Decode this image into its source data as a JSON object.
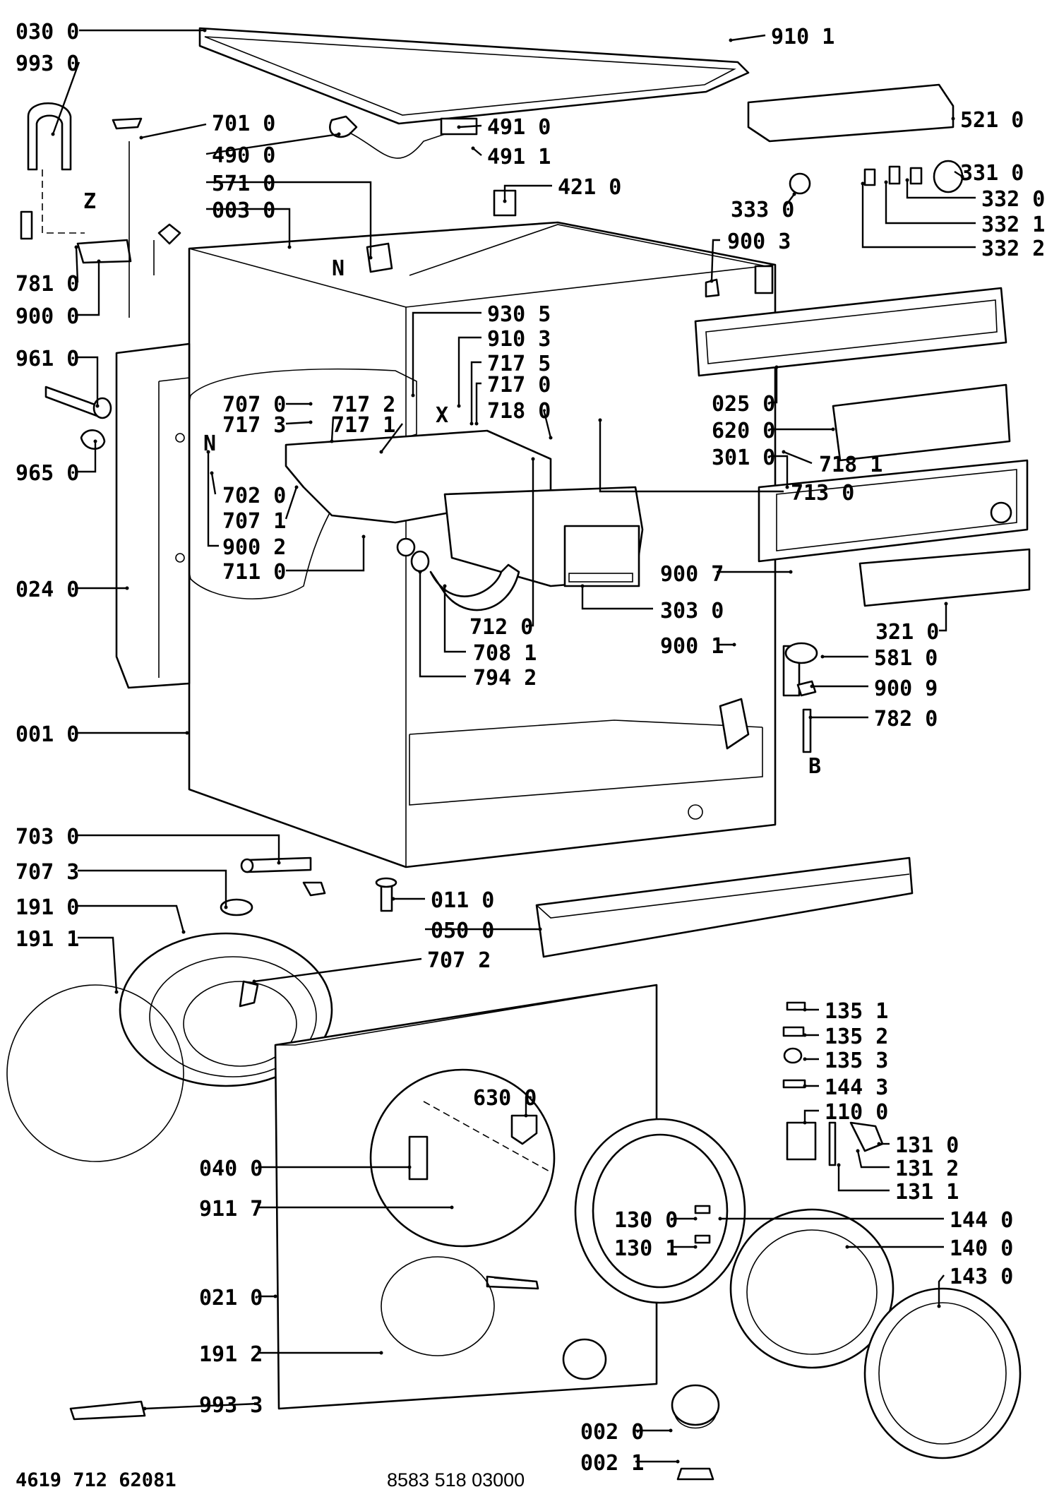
{
  "diagram": {
    "labels": [
      "030 0",
      "993 0",
      "701 0",
      "490 0",
      "491 0",
      "491 1",
      "571 0",
      "003 0",
      "421 0",
      "910 1",
      "521 0",
      "331 0",
      "332 0",
      "332 1",
      "332 2",
      "333 0",
      "900 3",
      "781 0",
      "900 0",
      "961 0",
      "965 0",
      "930 5",
      "910 3",
      "717 5",
      "717 0",
      "718 0",
      "707 0",
      "717 2",
      "717 1",
      "717 3",
      "702 0",
      "707 1",
      "900 2",
      "711 0",
      "025 0",
      "620 0",
      "301 0",
      "718 1",
      "713 0",
      "900 7",
      "303 0",
      "321 0",
      "024 0",
      "712 0",
      "708 1",
      "794 2",
      "900 1",
      "581 0",
      "900 9",
      "782 0",
      "001 0",
      "703 0",
      "707 3",
      "191 0",
      "191 1",
      "707 2",
      "011 0",
      "050 0",
      "135 1",
      "135 2",
      "135 3",
      "144 3",
      "110 0",
      "131 0",
      "131 2",
      "131 1",
      "630 0",
      "040 0",
      "911 7",
      "130 0",
      "130 1",
      "144 0",
      "140 0",
      "143 0",
      "021 0",
      "191 2",
      "993 3",
      "002 0",
      "002 1"
    ],
    "markers": [
      "Z",
      "N",
      "N",
      "X",
      "B"
    ],
    "footer": {
      "left": "4619 712 62081",
      "center": "8583 518 03000"
    }
  }
}
